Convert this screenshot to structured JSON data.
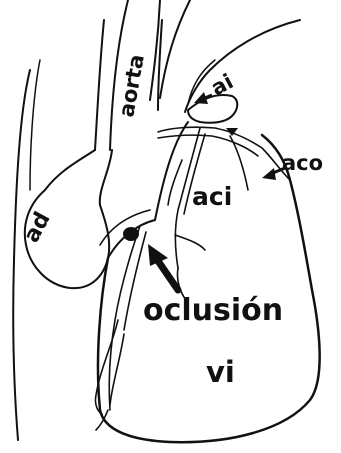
{
  "figure": {
    "labels": {
      "aorta": "aorta",
      "ad": "ad",
      "ai": "ai",
      "aci": "aci",
      "aco": "aco",
      "oclusion": "oclusión",
      "vi": "vi"
    },
    "colors": {
      "ink": "#111111",
      "background": "#ffffff"
    }
  }
}
